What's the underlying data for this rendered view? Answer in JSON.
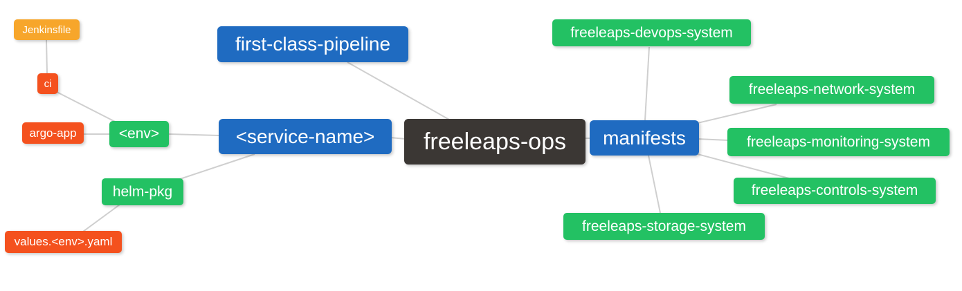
{
  "diagram": {
    "type": "mindmap",
    "root": "freeleaps-ops",
    "palette": {
      "orange": "#f7a62b",
      "red": "#f4511e",
      "green": "#23c163",
      "blue": "#1f6bc1",
      "dark": "#3b3734",
      "edge_gray": "#cfcfcf",
      "background": "#ffffff",
      "text": "#ffffff"
    },
    "nodes": {
      "jenkinsfile": {
        "label": "Jenkinsfile",
        "color": "#f7a62b"
      },
      "ci": {
        "label": "ci",
        "color": "#f4511e"
      },
      "argo-app": {
        "label": "argo-app",
        "color": "#f4511e"
      },
      "env": {
        "label": "<env>",
        "color": "#23c163"
      },
      "helm-pkg": {
        "label": "helm-pkg",
        "color": "#23c163"
      },
      "values-env-yaml": {
        "label": "values.<env>.yaml",
        "color": "#f4511e"
      },
      "first-class-pipeline": {
        "label": "first-class-pipeline",
        "color": "#1f6bc1"
      },
      "service-name": {
        "label": "<service-name>",
        "color": "#1f6bc1"
      },
      "freeleaps-ops": {
        "label": "freeleaps-ops",
        "color": "#3b3734"
      },
      "manifests": {
        "label": "manifests",
        "color": "#1f6bc1"
      },
      "devops-system": {
        "label": "freeleaps-devops-system",
        "color": "#23c163"
      },
      "network-system": {
        "label": "freeleaps-network-system",
        "color": "#23c163"
      },
      "monitoring-system": {
        "label": "freeleaps-monitoring-system",
        "color": "#23c163"
      },
      "controls-system": {
        "label": "freeleaps-controls-system",
        "color": "#23c163"
      },
      "storage-system": {
        "label": "freeleaps-storage-system",
        "color": "#23c163"
      }
    },
    "edges": [
      [
        "jenkinsfile",
        "ci"
      ],
      [
        "ci",
        "env"
      ],
      [
        "argo-app",
        "env"
      ],
      [
        "env",
        "service-name"
      ],
      [
        "service-name",
        "helm-pkg"
      ],
      [
        "helm-pkg",
        "values-env-yaml"
      ],
      [
        "first-class-pipeline",
        "freeleaps-ops"
      ],
      [
        "service-name",
        "freeleaps-ops"
      ],
      [
        "freeleaps-ops",
        "manifests"
      ],
      [
        "manifests",
        "devops-system"
      ],
      [
        "manifests",
        "network-system"
      ],
      [
        "manifests",
        "monitoring-system"
      ],
      [
        "manifests",
        "controls-system"
      ],
      [
        "manifests",
        "storage-system"
      ]
    ]
  }
}
